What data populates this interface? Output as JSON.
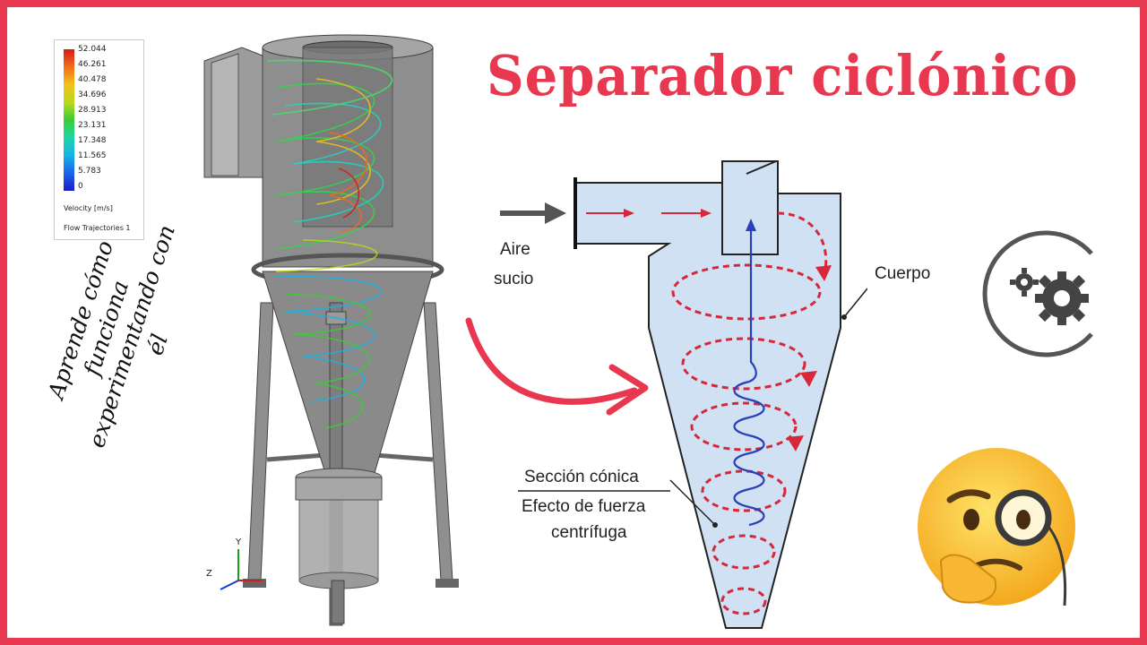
{
  "title": "Separador ciclónico",
  "subtitle": {
    "line1": "Aprende cómo funciona",
    "line2": "experimentando con él"
  },
  "legend": {
    "ticks": [
      "52.044",
      "46.261",
      "40.478",
      "34.696",
      "28.913",
      "23.131",
      "17.348",
      "11.565",
      "5.783",
      "0"
    ],
    "quantity": "Velocity [m/s]",
    "name": "Flow Trajectories 1"
  },
  "axes": {
    "y": "Y",
    "z": "Z"
  },
  "diagram": {
    "aire_line1": "Aire",
    "aire_line2": "sucio",
    "cuerpo": "Cuerpo",
    "seccion": "Sección cónica",
    "efecto_line1": "Efecto de fuerza",
    "efecto_line2": "centrífuga"
  },
  "icons": [
    "gears-icon",
    "thinking-monocle-emoji"
  ],
  "colors": {
    "accent": "#e8384f",
    "diagram_fill": "#cfe1f3",
    "flow_red": "#d6283a",
    "flow_blue": "#2b3fb8"
  }
}
